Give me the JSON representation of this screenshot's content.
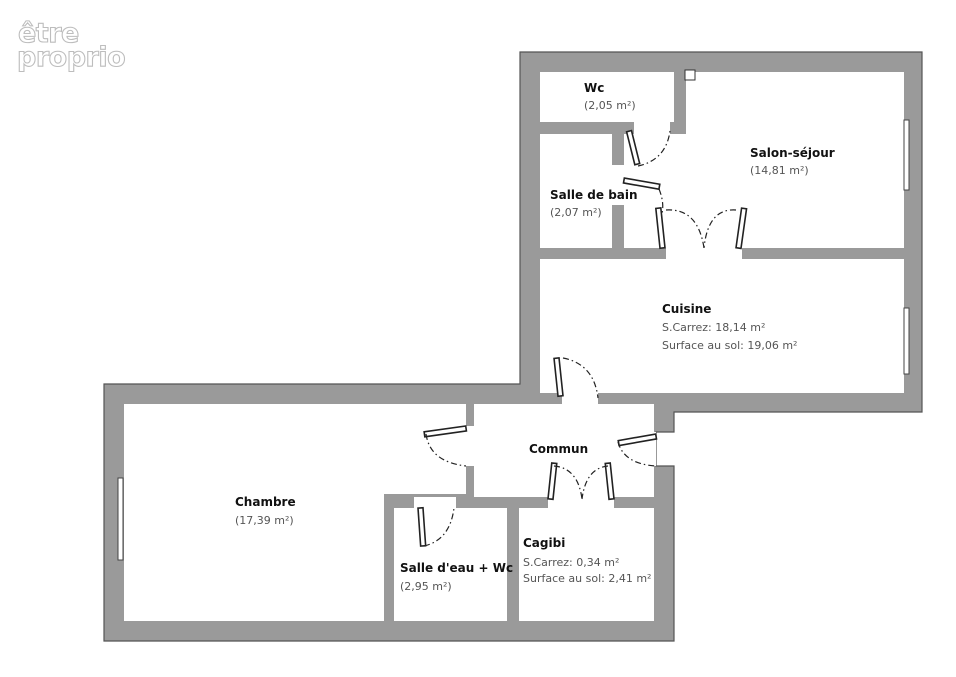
{
  "logo": {
    "line1": "être",
    "line2": "proprio"
  },
  "rooms": {
    "wc": {
      "name": "Wc",
      "area": "(2,05 m²)"
    },
    "salle_de_bain": {
      "name": "Salle de bain",
      "area": "(2,07 m²)"
    },
    "salon": {
      "name": "Salon-séjour",
      "area": "(14,81 m²)"
    },
    "cuisine": {
      "name": "Cuisine",
      "carrez": "S.Carrez: 18,14 m²",
      "sol": "Surface au sol: 19,06 m²"
    },
    "commun": {
      "name": "Commun"
    },
    "chambre": {
      "name": "Chambre",
      "area": "(17,39 m²)"
    },
    "salle_eau": {
      "name": "Salle d'eau + Wc",
      "area": "(2,95 m²)"
    },
    "cagibi": {
      "name": "Cagibi",
      "carrez": "S.Carrez: 0,34 m²",
      "sol": "Surface au sol: 2,41 m²"
    }
  }
}
